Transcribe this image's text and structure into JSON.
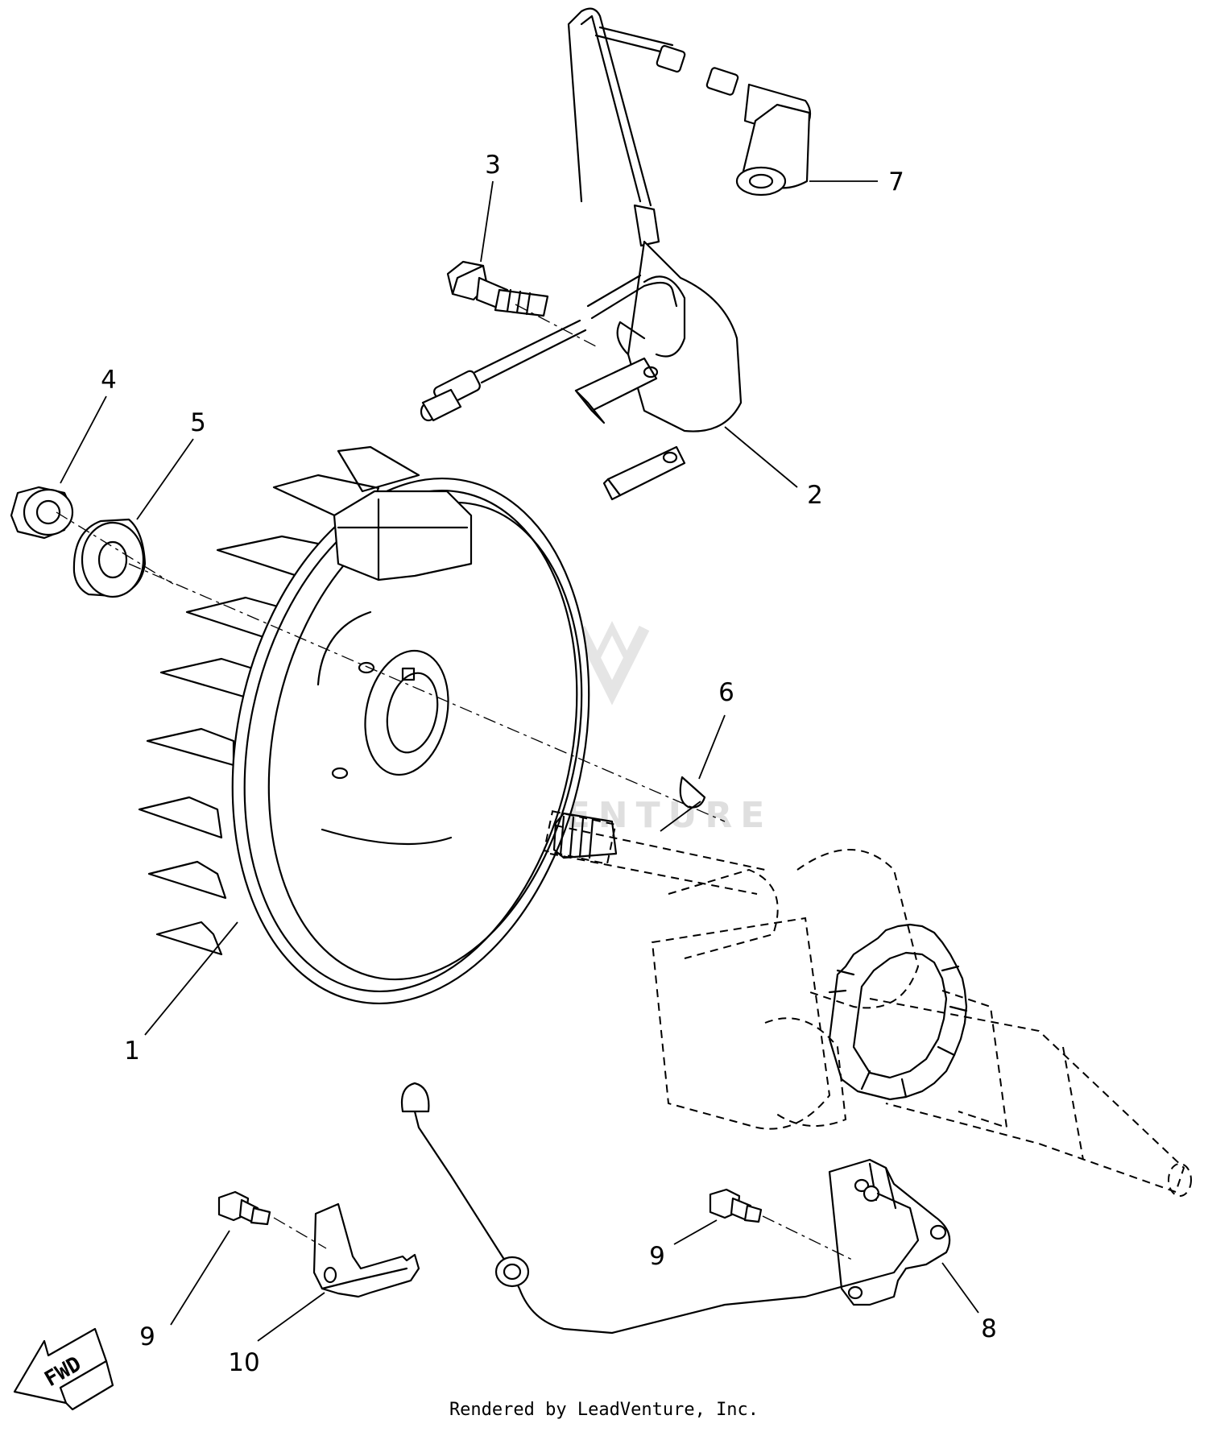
{
  "callouts": [
    {
      "id": "1",
      "label": "1"
    },
    {
      "id": "2",
      "label": "2"
    },
    {
      "id": "3",
      "label": "3"
    },
    {
      "id": "4",
      "label": "4"
    },
    {
      "id": "5",
      "label": "5"
    },
    {
      "id": "6",
      "label": "6"
    },
    {
      "id": "7",
      "label": "7"
    },
    {
      "id": "8",
      "label": "8"
    },
    {
      "id": "9a",
      "label": "9"
    },
    {
      "id": "9b",
      "label": "9"
    },
    {
      "id": "10",
      "label": "10"
    }
  ],
  "watermark": "LEADVENTURE",
  "fwd_label": "FWD",
  "footer": "Rendered by LeadVenture, Inc."
}
